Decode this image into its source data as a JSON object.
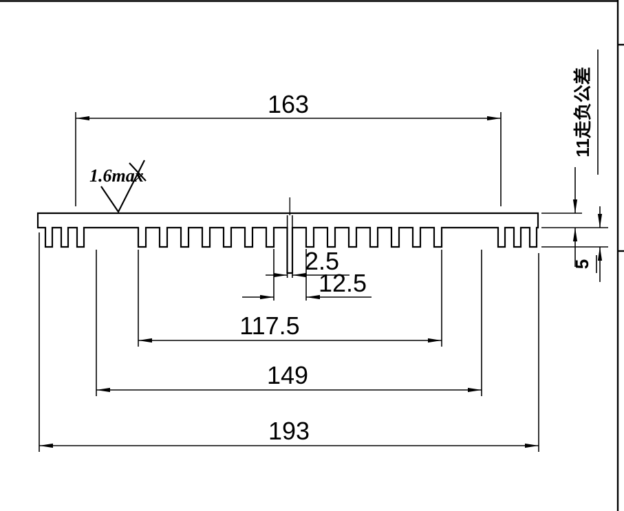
{
  "drawing": {
    "dims": {
      "upper_span": "163",
      "surface_finish": "1.6max",
      "center_slot_width": "2.5",
      "center_gap": "12.5",
      "fin_field": "117.5",
      "mid_span": "149",
      "overall": "193",
      "thickness_note": "11走负公差",
      "fin_height": "5"
    }
  }
}
